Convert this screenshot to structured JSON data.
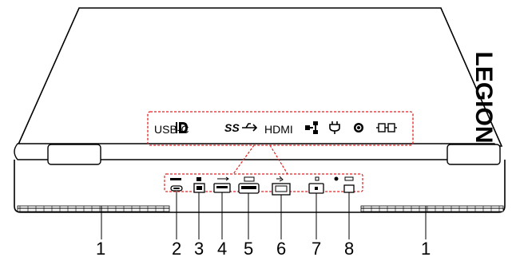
{
  "brand": "LEGION",
  "legend": {
    "usb_c": "USB-C",
    "hdmi": "HDMI"
  },
  "callouts": [
    "1",
    "2",
    "3",
    "4",
    "5",
    "6",
    "7",
    "8",
    "1"
  ]
}
